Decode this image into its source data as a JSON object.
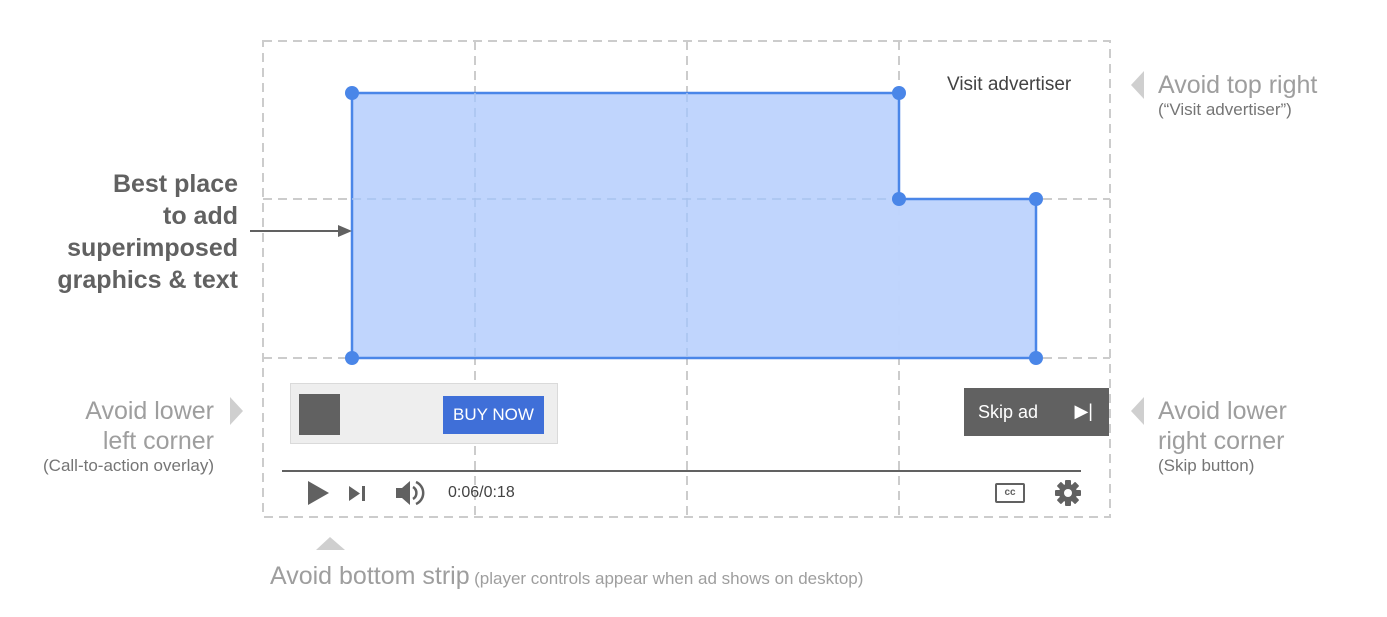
{
  "best_place": {
    "lines": [
      "Best place",
      "to add",
      "superimposed",
      "graphics & text"
    ]
  },
  "top_right": {
    "visit_label": "Visit advertiser",
    "avoid_label": "Avoid top right",
    "avoid_note": "(“Visit advertiser”)"
  },
  "lower_left": {
    "avoid_line1": "Avoid lower",
    "avoid_line2": "left corner",
    "avoid_note": "(Call-to-action overlay)",
    "buy_label": "BUY NOW"
  },
  "lower_right": {
    "avoid_line1": "Avoid lower",
    "avoid_line2": "right corner",
    "avoid_note": "(Skip button)",
    "skip_label": "Skip ad",
    "skip_icon": "▶|"
  },
  "player": {
    "time": "0:06/0:18",
    "cc_label": "cc",
    "icons": [
      "play-icon",
      "next-icon",
      "volume-icon",
      "settings-icon"
    ]
  },
  "bottom": {
    "avoid_label": "Avoid bottom strip",
    "avoid_note": "(player controls appear when ad shows on desktop)"
  },
  "colors": {
    "safe_fill": "#bed4fd",
    "safe_stroke": "#4a86e8",
    "grid": "#cccccc",
    "arrow": "#cfcfcf",
    "button_blue": "#3f6fd8",
    "dark_gray": "#616161"
  }
}
